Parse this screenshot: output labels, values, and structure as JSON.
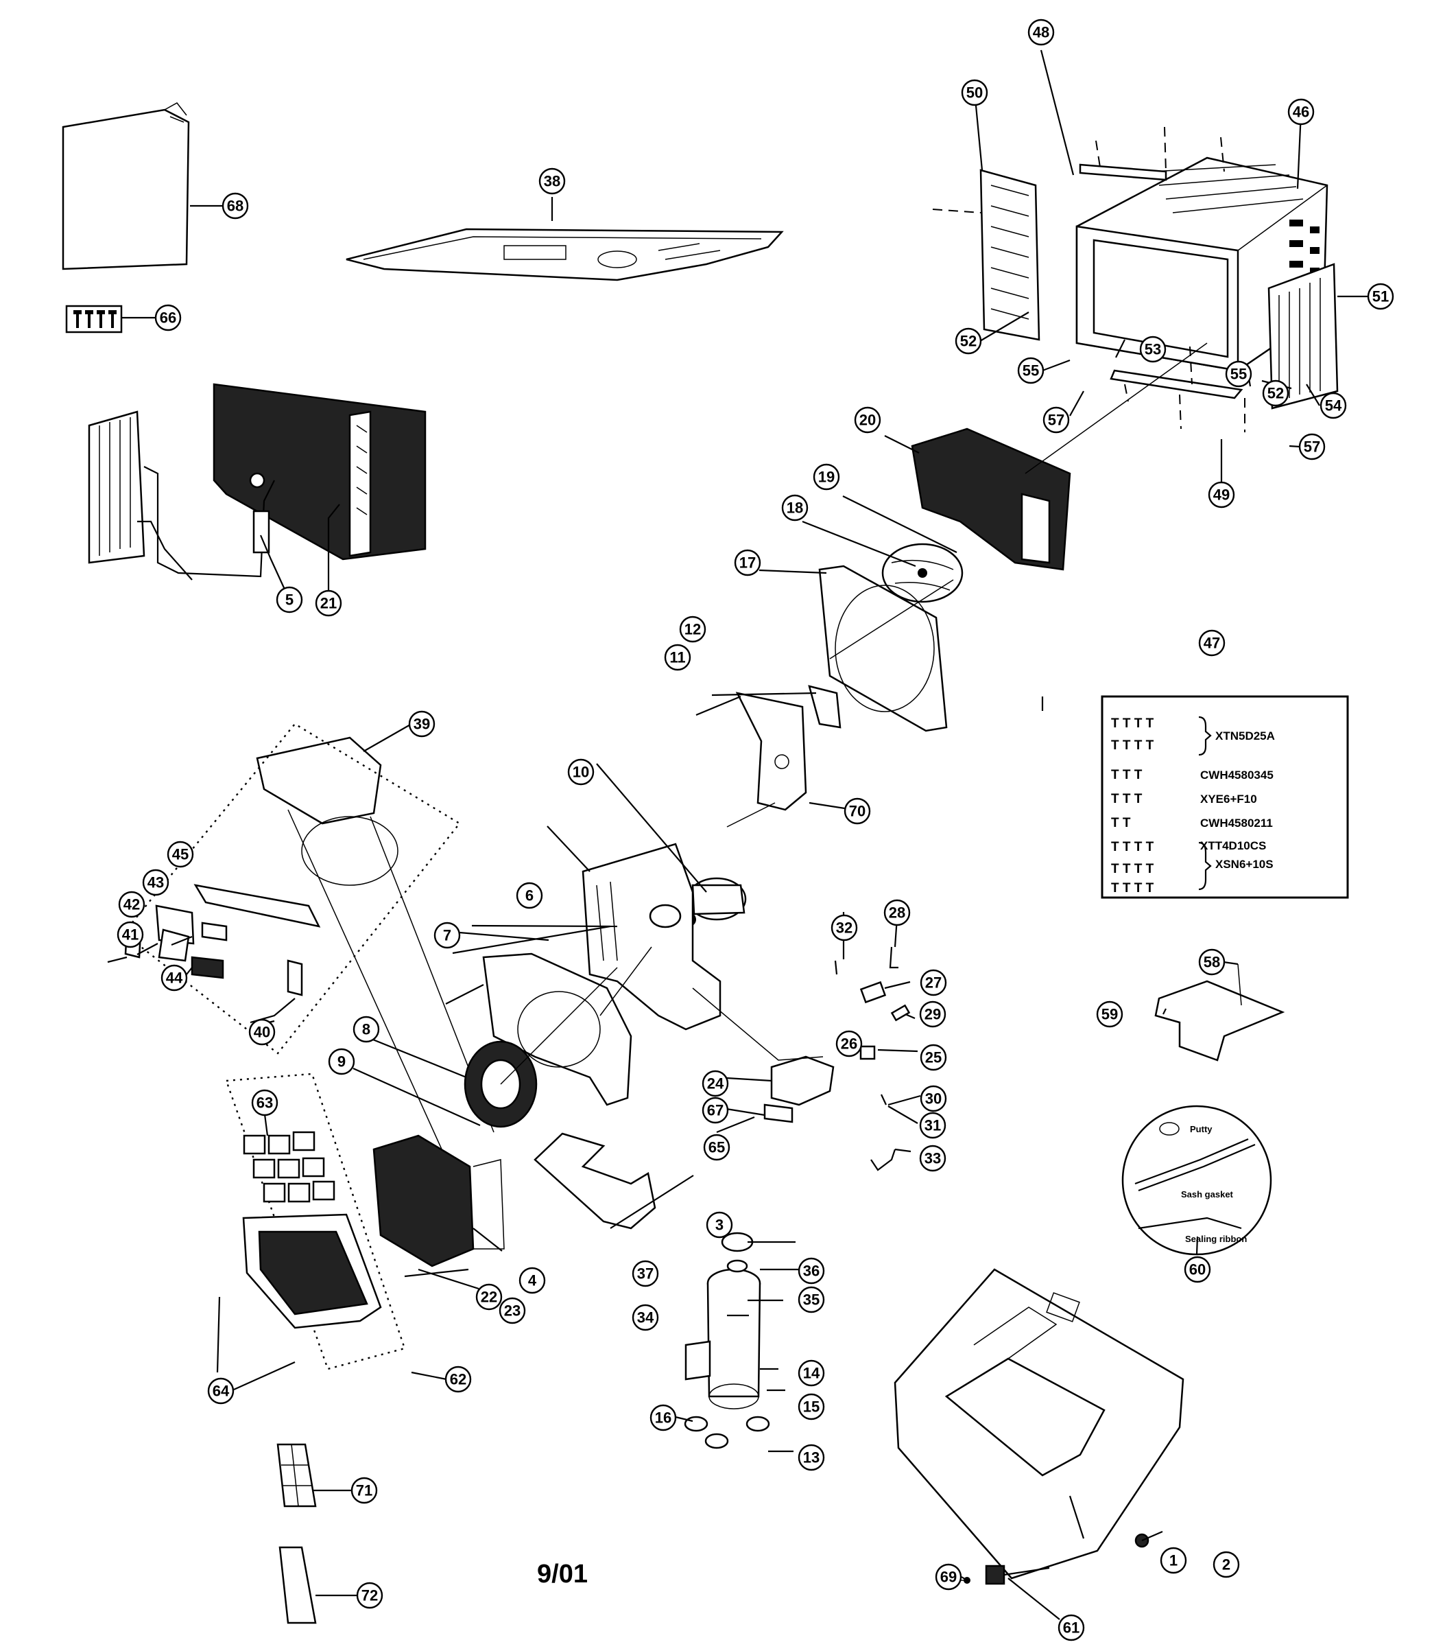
{
  "footer": {
    "date_code": "9/01"
  },
  "screw_bag": {
    "callout": "47",
    "rows": [
      {
        "code": "XTN5D25A"
      },
      {
        "code": "CWH4580345"
      },
      {
        "code": "XYE6+F10"
      },
      {
        "code": "CWH4580211"
      },
      {
        "code": "XTT4D10CS"
      },
      {
        "code": "XSN6+10S"
      }
    ]
  },
  "install_kit": {
    "callout": "60",
    "labels": {
      "putty": "Putty",
      "sash_gasket": "Sash gasket",
      "sealing_ribbon": "Sealing ribbon"
    }
  },
  "callouts": [
    "1",
    "2",
    "3",
    "4",
    "5",
    "6",
    "7",
    "8",
    "9",
    "10",
    "11",
    "12",
    "13",
    "14",
    "15",
    "16",
    "17",
    "18",
    "19",
    "20",
    "21",
    "22",
    "23",
    "24",
    "25",
    "26",
    "27",
    "28",
    "29",
    "30",
    "31",
    "32",
    "33",
    "34",
    "35",
    "36",
    "37",
    "38",
    "39",
    "40",
    "41",
    "42",
    "43",
    "44",
    "45",
    "46",
    "48",
    "49",
    "50",
    "51",
    "52",
    "53",
    "54",
    "55",
    "57",
    "58",
    "59",
    "61",
    "62",
    "63",
    "64",
    "65",
    "66",
    "67",
    "68",
    "69",
    "70",
    "71",
    "72"
  ]
}
